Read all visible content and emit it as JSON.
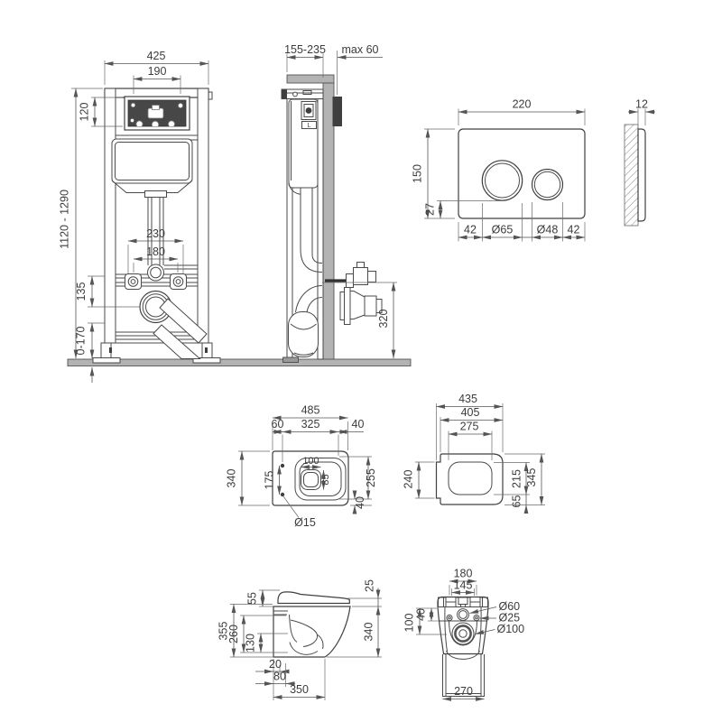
{
  "colors": {
    "line": "#4a4a4a",
    "gray_fill": "#b3b3b3",
    "background": "#ffffff"
  },
  "dims": {
    "frame_front": {
      "total_width": "425",
      "opening_width": "190",
      "opening_height": "120",
      "install_height": "1120 - 1290",
      "fixing_span": "230",
      "pipe_span": "180",
      "outlet_offset": "135",
      "foot_range": "0-170"
    },
    "frame_side": {
      "depth": "155-235",
      "finish": "max 60",
      "outlet_height": "320",
      "valve": "L"
    },
    "plate_front": {
      "width": "220",
      "height": "150",
      "button_offset": "27",
      "margin_left": "42",
      "big_button": "Ø65",
      "small_button": "Ø48",
      "margin_right": "42"
    },
    "plate_side": {
      "thickness": "12"
    },
    "bowl_top": {
      "length": "485",
      "back": "60",
      "middle": "325",
      "front": "40",
      "width": "340",
      "hole_span": "175",
      "pool_width": "100",
      "pool_depth": "85",
      "seat_depth": "255",
      "rim": "40",
      "hole_dia": "Ø15"
    },
    "lid_top": {
      "width": "435",
      "w2": "405",
      "w3": "275",
      "notch": "240",
      "depth": "215",
      "total": "345",
      "front": "65"
    },
    "bowl_side": {
      "back_top": "55",
      "lid_edge": "25",
      "total_height": "355",
      "inner": "260",
      "lower": "130",
      "height": "340",
      "off20": "20",
      "off80": "80",
      "length": "350"
    },
    "bowl_back": {
      "top_span": "180",
      "inner_span": "145",
      "d60": "Ø60",
      "d25": "Ø25",
      "d100": "Ø100",
      "off40": "40",
      "off100": "100",
      "base": "270"
    }
  }
}
